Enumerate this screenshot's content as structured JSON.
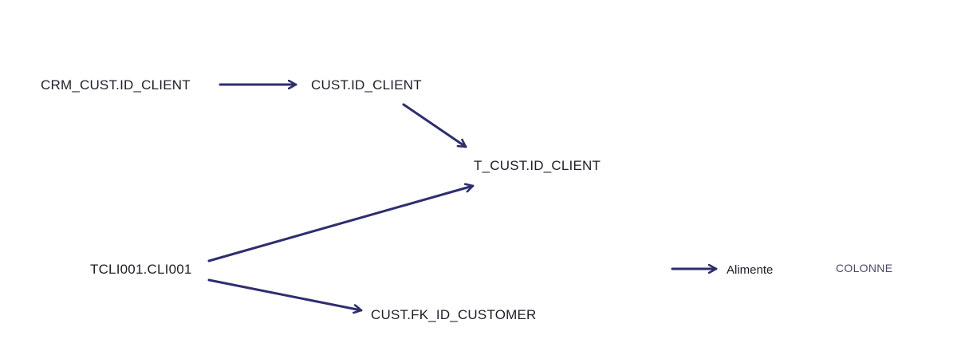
{
  "colors": {
    "arrow": "#2e2e6e",
    "text": "#1e1e28",
    "legend_type": "#4a4a6a"
  },
  "nodes": {
    "crm_cust": "CRM_CUST.ID_CLIENT",
    "cust_id": "CUST.ID_CLIENT",
    "t_cust": "T_CUST.ID_CLIENT",
    "tcli": "TCLI001.CLI001",
    "cust_fk": "CUST.FK_ID_CUSTOMER"
  },
  "edges": [
    {
      "from": "crm_cust",
      "to": "cust_id"
    },
    {
      "from": "cust_id",
      "to": "t_cust"
    },
    {
      "from": "tcli",
      "to": "t_cust"
    },
    {
      "from": "tcli",
      "to": "cust_fk"
    }
  ],
  "legend": {
    "arrow_label": "Alimente",
    "type_label": "COLONNE"
  }
}
